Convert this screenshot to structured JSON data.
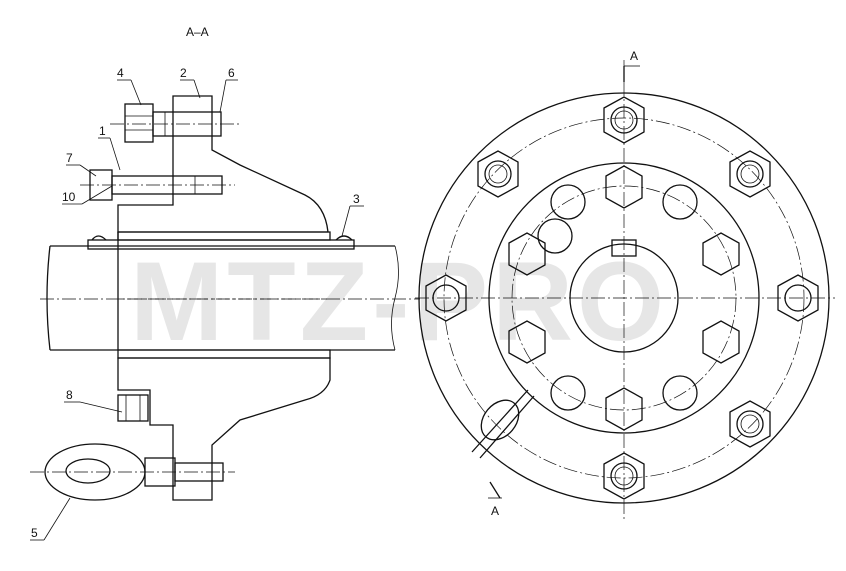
{
  "title": "A–A",
  "section_marks": {
    "top": "A",
    "bottom": "A"
  },
  "watermark": "MTZ-PRO",
  "callouts": {
    "c1": "1",
    "c2": "2",
    "c3": "3",
    "c4": "4",
    "c5": "5",
    "c6": "6",
    "c7": "7",
    "c8": "8",
    "c10": "10"
  }
}
